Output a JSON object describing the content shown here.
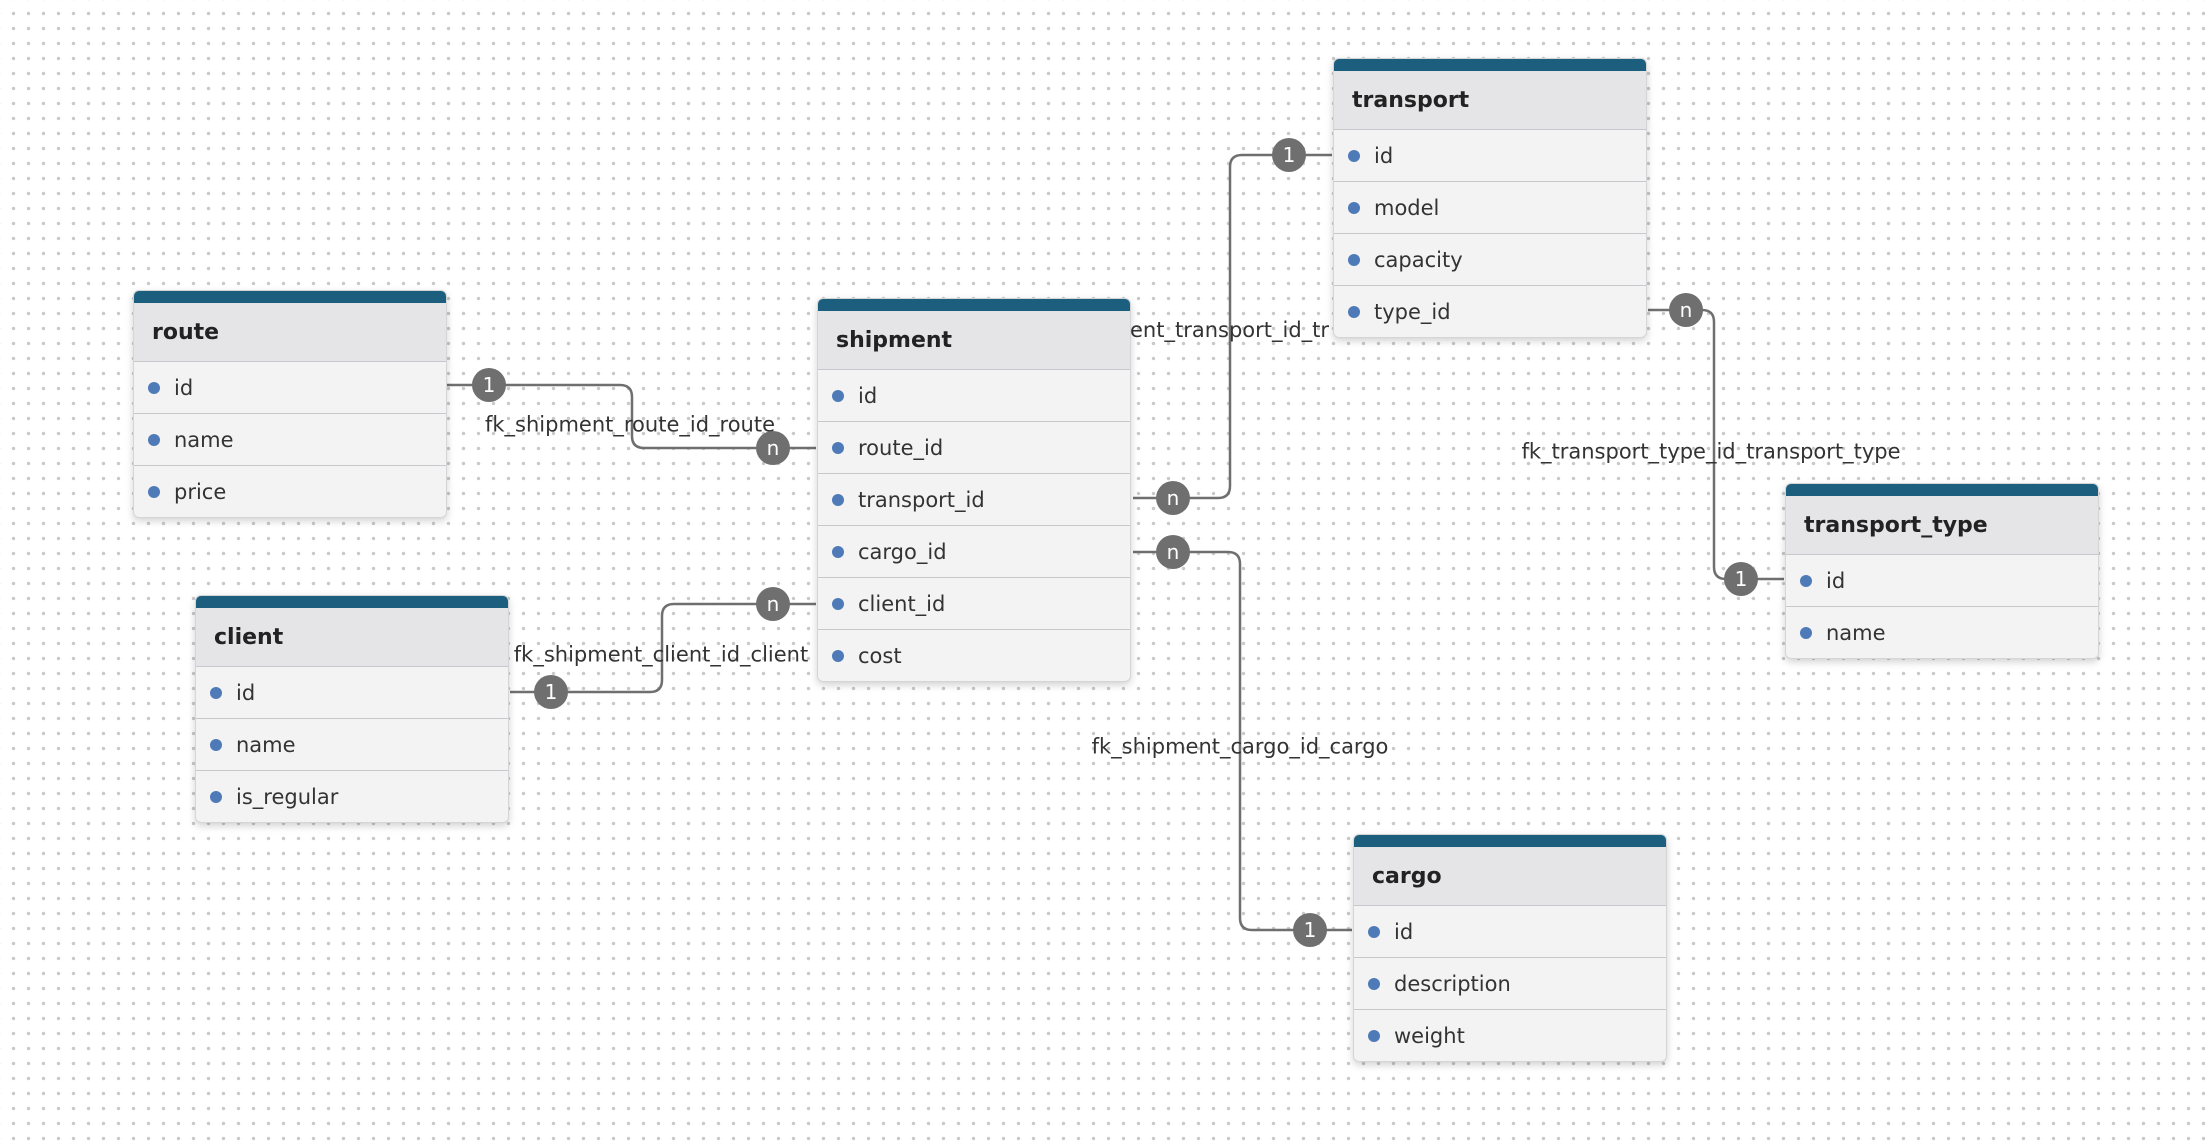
{
  "tables": {
    "route": {
      "title": "route",
      "fields": [
        "id",
        "name",
        "price"
      ]
    },
    "client": {
      "title": "client",
      "fields": [
        "id",
        "name",
        "is_regular"
      ]
    },
    "shipment": {
      "title": "shipment",
      "fields": [
        "id",
        "route_id",
        "transport_id",
        "cargo_id",
        "client_id",
        "cost"
      ]
    },
    "transport": {
      "title": "transport",
      "fields": [
        "id",
        "model",
        "capacity",
        "type_id"
      ]
    },
    "transport_type": {
      "title": "transport_type",
      "fields": [
        "id",
        "name"
      ]
    },
    "cargo": {
      "title": "cargo",
      "fields": [
        "id",
        "description",
        "weight"
      ]
    }
  },
  "relations": [
    {
      "id": "route",
      "label": "fk_shipment_route_id_route",
      "one": "1",
      "many": "n"
    },
    {
      "id": "client",
      "label": "fk_shipment_client_id_client",
      "one": "1",
      "many": "n"
    },
    {
      "id": "transport",
      "label": "fk_shipment_transport_id_transport",
      "visible_label": "ent_transport_id_tr",
      "one": "1",
      "many": "n"
    },
    {
      "id": "cargo",
      "label": "fk_shipment_cargo_id_cargo",
      "one": "1",
      "many": "n"
    },
    {
      "id": "transport_type",
      "label": "fk_transport_type_id_transport_type",
      "one": "1",
      "many": "n"
    }
  ],
  "colors": {
    "header_bar": "#1b5e7d",
    "field_dot": "#4f7ab8",
    "edge": "#6f6f6f",
    "badge": "#6f6f6f"
  }
}
